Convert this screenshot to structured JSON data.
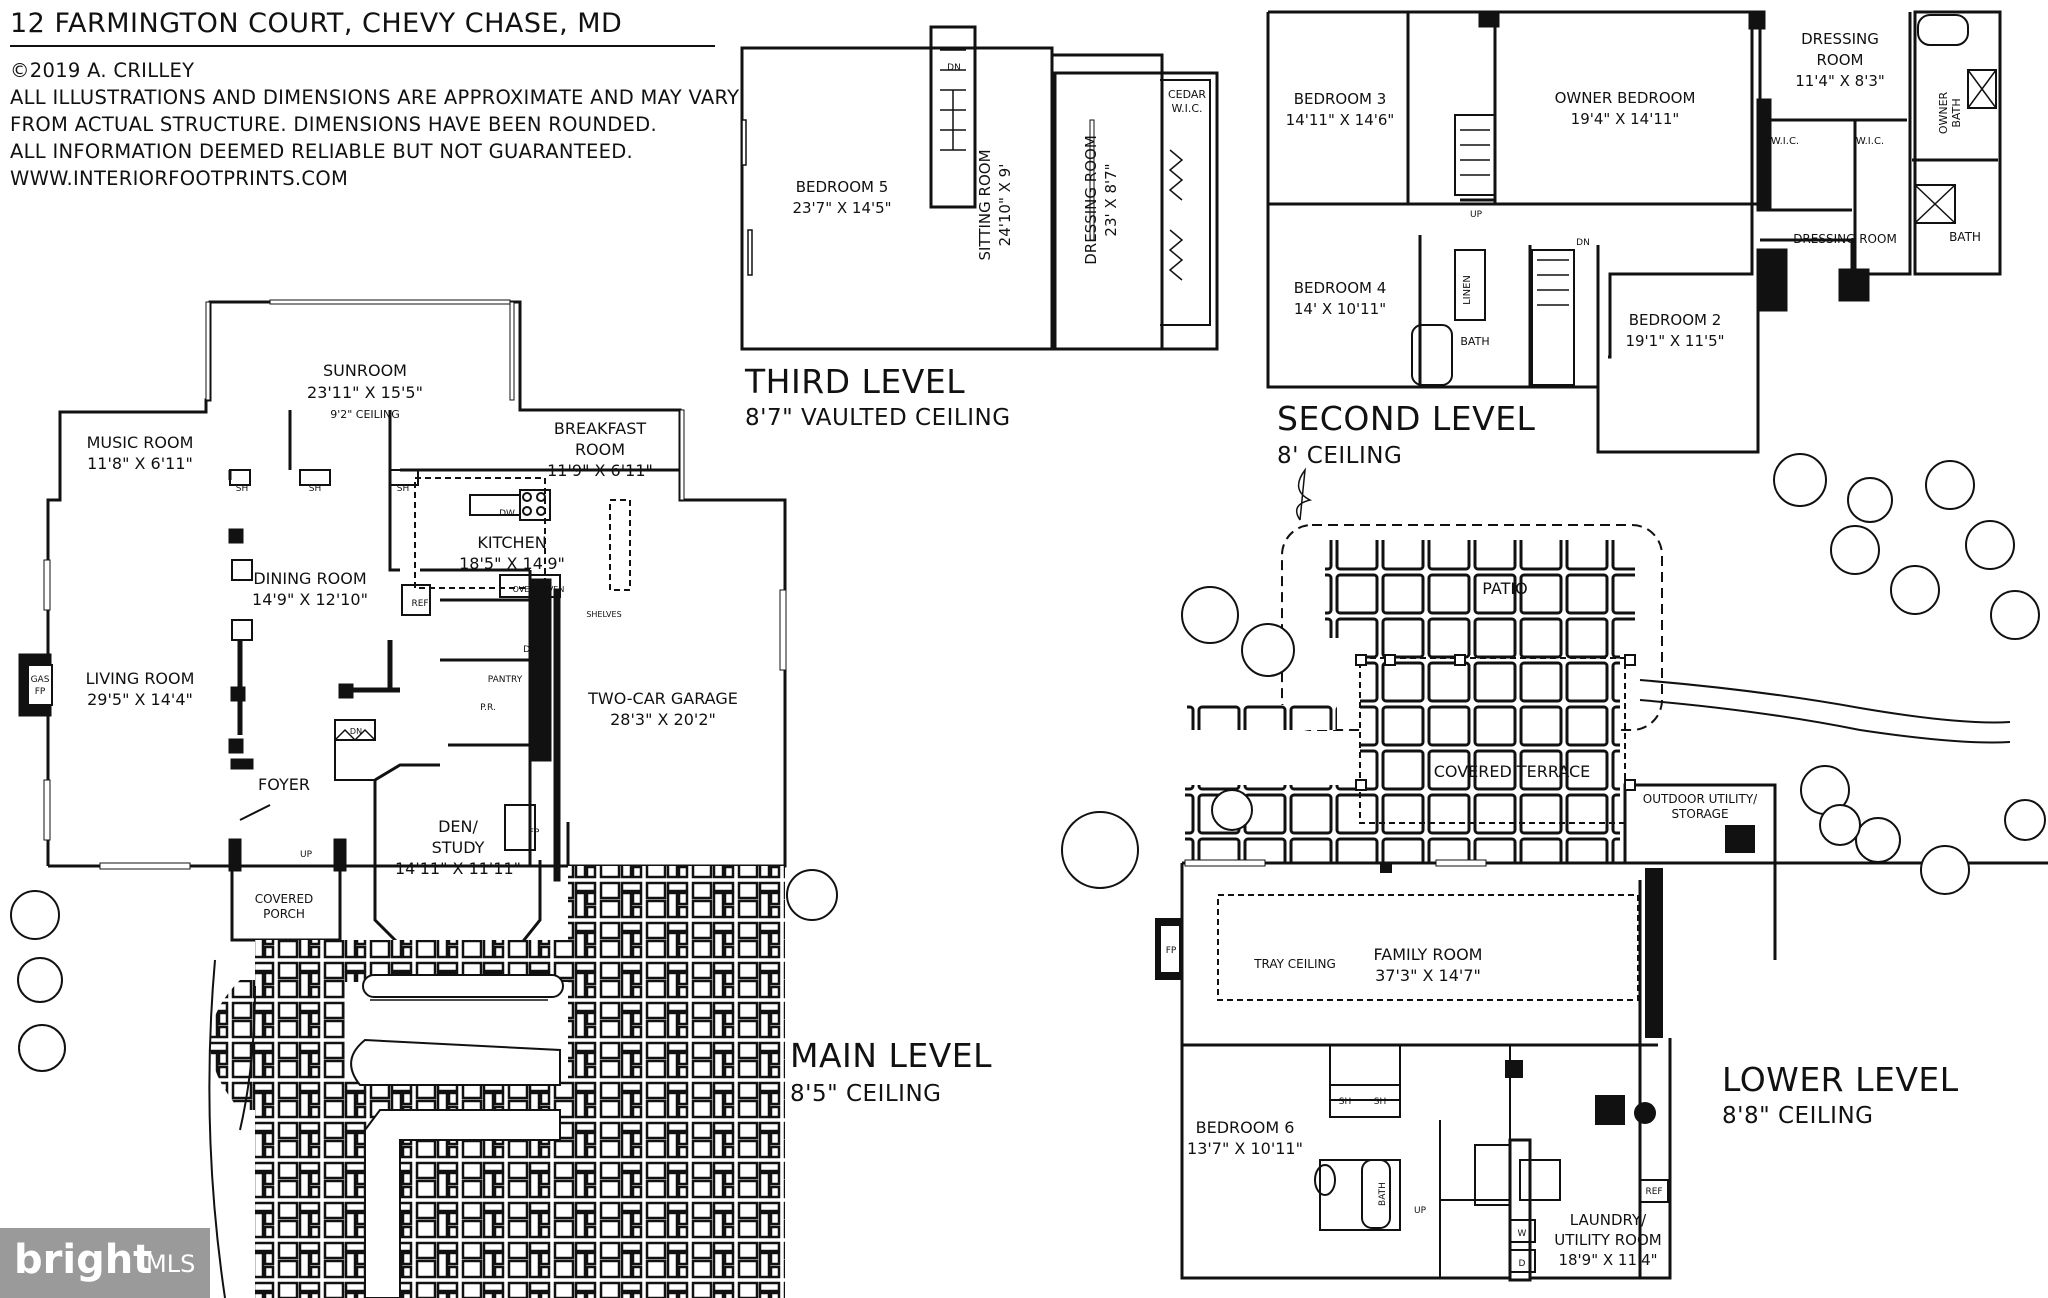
{
  "header": {
    "title": "12 FARMINGTON COURT, CHEVY CHASE, MD",
    "lines": [
      "©2019 A. CRILLEY",
      "ALL ILLUSTRATIONS AND DIMENSIONS ARE APPROXIMATE AND MAY VARY",
      "FROM ACTUAL STRUCTURE. DIMENSIONS HAVE BEEN ROUNDED.",
      "ALL INFORMATION DEEMED RELIABLE BUT NOT GUARANTEED.",
      "WWW.INTERIORFOOTPRINTS.COM"
    ]
  },
  "levels": {
    "third": {
      "name": "THIRD LEVEL",
      "ceiling": "8'7\" VAULTED CEILING"
    },
    "second": {
      "name": "SECOND LEVEL",
      "ceiling": "8' CEILING"
    },
    "main": {
      "name": "MAIN LEVEL",
      "ceiling": "8'5\" CEILING"
    },
    "lower": {
      "name": "LOWER LEVEL",
      "ceiling": "8'8\" CEILING"
    }
  },
  "rooms": {
    "bedroom5": {
      "name": "BEDROOM 5",
      "dim": "23'7\" X 14'5\""
    },
    "sitting": {
      "name": "SITTING ROOM",
      "dim": "24'10\" X 9'"
    },
    "dressing3": {
      "name": "DRESSING ROOM",
      "dim": "23' X 8'7\""
    },
    "cedar": {
      "name": "CEDAR",
      "dim": "W.I.C."
    },
    "bedroom3": {
      "name": "BEDROOM 3",
      "dim": "14'11\" X 14'6\""
    },
    "owner": {
      "name": "OWNER BEDROOM",
      "dim": "19'4\" X 14'11\""
    },
    "dressing2a": {
      "name": "DRESSING",
      "name2": "ROOM",
      "dim": "11'4\" X 8'3\""
    },
    "ownerbath": {
      "name": "OWNER",
      "name2": "BATH"
    },
    "bedroom4": {
      "name": "BEDROOM 4",
      "dim": "14' X 10'11\""
    },
    "bedroom2": {
      "name": "BEDROOM 2",
      "dim": "19'1\" X 11'5\""
    },
    "dressing2b": {
      "name": "DRESSING ROOM"
    },
    "sunroom": {
      "name": "SUNROOM",
      "dim": "23'11\" X 15'5\"",
      "note": "9'2\" CEILING"
    },
    "music": {
      "name": "MUSIC ROOM",
      "dim": "11'8\" X 6'11\""
    },
    "breakfast": {
      "name": "BREAKFAST",
      "name2": "ROOM",
      "dim": "11'9\" X 6'11\""
    },
    "kitchen": {
      "name": "KITCHEN",
      "dim": "18'5\" X 14'9\""
    },
    "dining": {
      "name": "DINING ROOM",
      "dim": "14'9\" X 12'10\""
    },
    "living": {
      "name": "LIVING ROOM",
      "dim": "29'5\" X 14'4\""
    },
    "garage": {
      "name": "TWO-CAR GARAGE",
      "dim": "28'3\" X 20'2\""
    },
    "foyer": {
      "name": "FOYER"
    },
    "den": {
      "name": "DEN/",
      "name2": "STUDY",
      "dim": "14'11\" X 11'11\""
    },
    "porch": {
      "name": "COVERED",
      "name2": "PORCH"
    },
    "patio": {
      "name": "PATIO"
    },
    "terrace": {
      "name": "COVERED TERRACE"
    },
    "outdoor": {
      "name": "OUTDOOR UTILITY/",
      "name2": "STORAGE"
    },
    "family": {
      "name": "FAMILY ROOM",
      "dim": "37'3\" X 14'7\"",
      "note": "TRAY CEILING"
    },
    "bedroom6": {
      "name": "BEDROOM 6",
      "dim": "13'7\" X 10'11\""
    },
    "laundry": {
      "name": "LAUNDRY/",
      "name2": "UTILITY ROOM",
      "dim": "18'9\" X 11'4\""
    }
  },
  "labels": {
    "dn": "DN",
    "up": "UP",
    "sh": "SH",
    "dw": "DW",
    "ref": "REF",
    "oven": "OVEN",
    "shelves": "SHELVES",
    "pantry": "PANTRY",
    "pr": "P.R.",
    "fp": "FP",
    "gas": "GAS",
    "gasfp": "FP",
    "bath": "BATH",
    "linen": "LINEN",
    "wic": "W.I.C.",
    "w": "W",
    "d": "D"
  },
  "logo": {
    "brand": "bright",
    "suffix": "MLS"
  }
}
